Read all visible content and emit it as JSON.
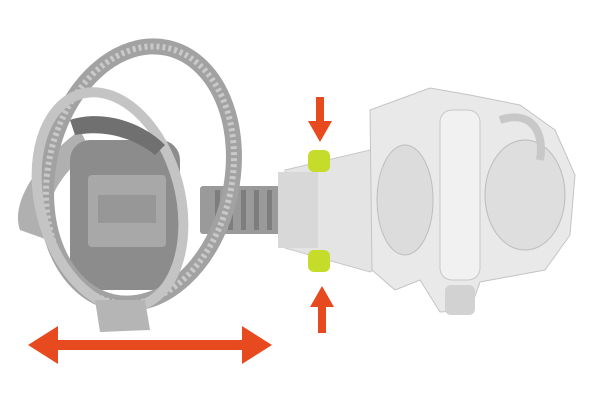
{
  "illustration": {
    "subject": "binding-mechanism",
    "colors": {
      "arrow": "#e84a1f",
      "release_button": "#c6dc2a",
      "body_light": "#e6e6e6",
      "body_mid": "#bdbdbd",
      "body_dark": "#8a8a8a",
      "background": "#ffffff"
    },
    "arrows": [
      {
        "name": "press-down-arrow",
        "direction": "down"
      },
      {
        "name": "press-up-arrow",
        "direction": "up"
      },
      {
        "name": "slide-horizontal-arrow",
        "direction": "left-right"
      }
    ]
  }
}
